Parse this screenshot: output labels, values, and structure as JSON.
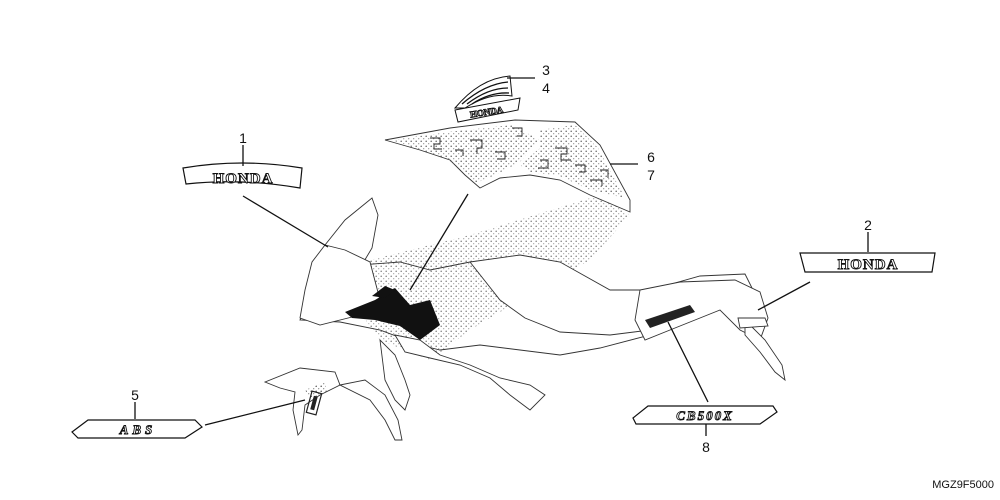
{
  "callouts": {
    "c1": "1",
    "c2": "2",
    "c3": "3",
    "c4": "4",
    "c5": "5",
    "c6": "6",
    "c7": "7",
    "c8": "8"
  },
  "decals": {
    "honda_large": "HONDA",
    "honda_small": "HONDA",
    "abs": "ABS",
    "model": "CB500X"
  },
  "diagram_code": "MGZ9F5000"
}
